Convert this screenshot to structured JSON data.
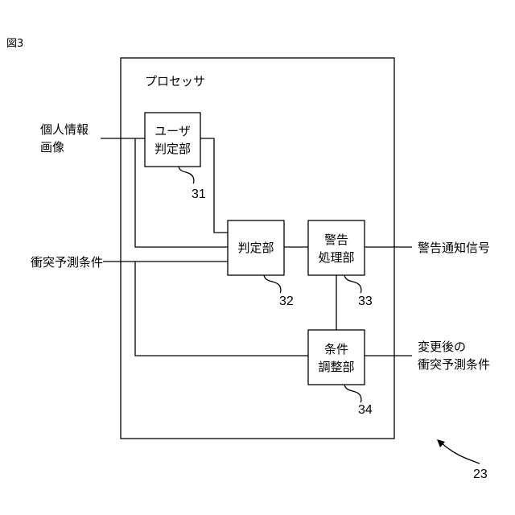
{
  "figure_label": "図3",
  "processor": {
    "title": "プロセッサ",
    "ref": "23"
  },
  "blocks": {
    "user_judgment": {
      "line1": "ユーザ",
      "line2": "判定部",
      "ref": "31"
    },
    "judgment": {
      "line1": "判定部",
      "ref": "32"
    },
    "warning": {
      "line1": "警告",
      "line2": "処理部",
      "ref": "33"
    },
    "condition": {
      "line1": "条件",
      "line2": "調整部",
      "ref": "34"
    }
  },
  "inputs": {
    "personal_info": {
      "line1": "個人情報",
      "line2": "画像"
    },
    "collision_condition": {
      "line1": "衝突予測条件"
    }
  },
  "outputs": {
    "warning_signal": {
      "line1": "警告通知信号"
    },
    "changed_condition": {
      "line1": "変更後の",
      "line2": "衝突予測条件"
    }
  }
}
